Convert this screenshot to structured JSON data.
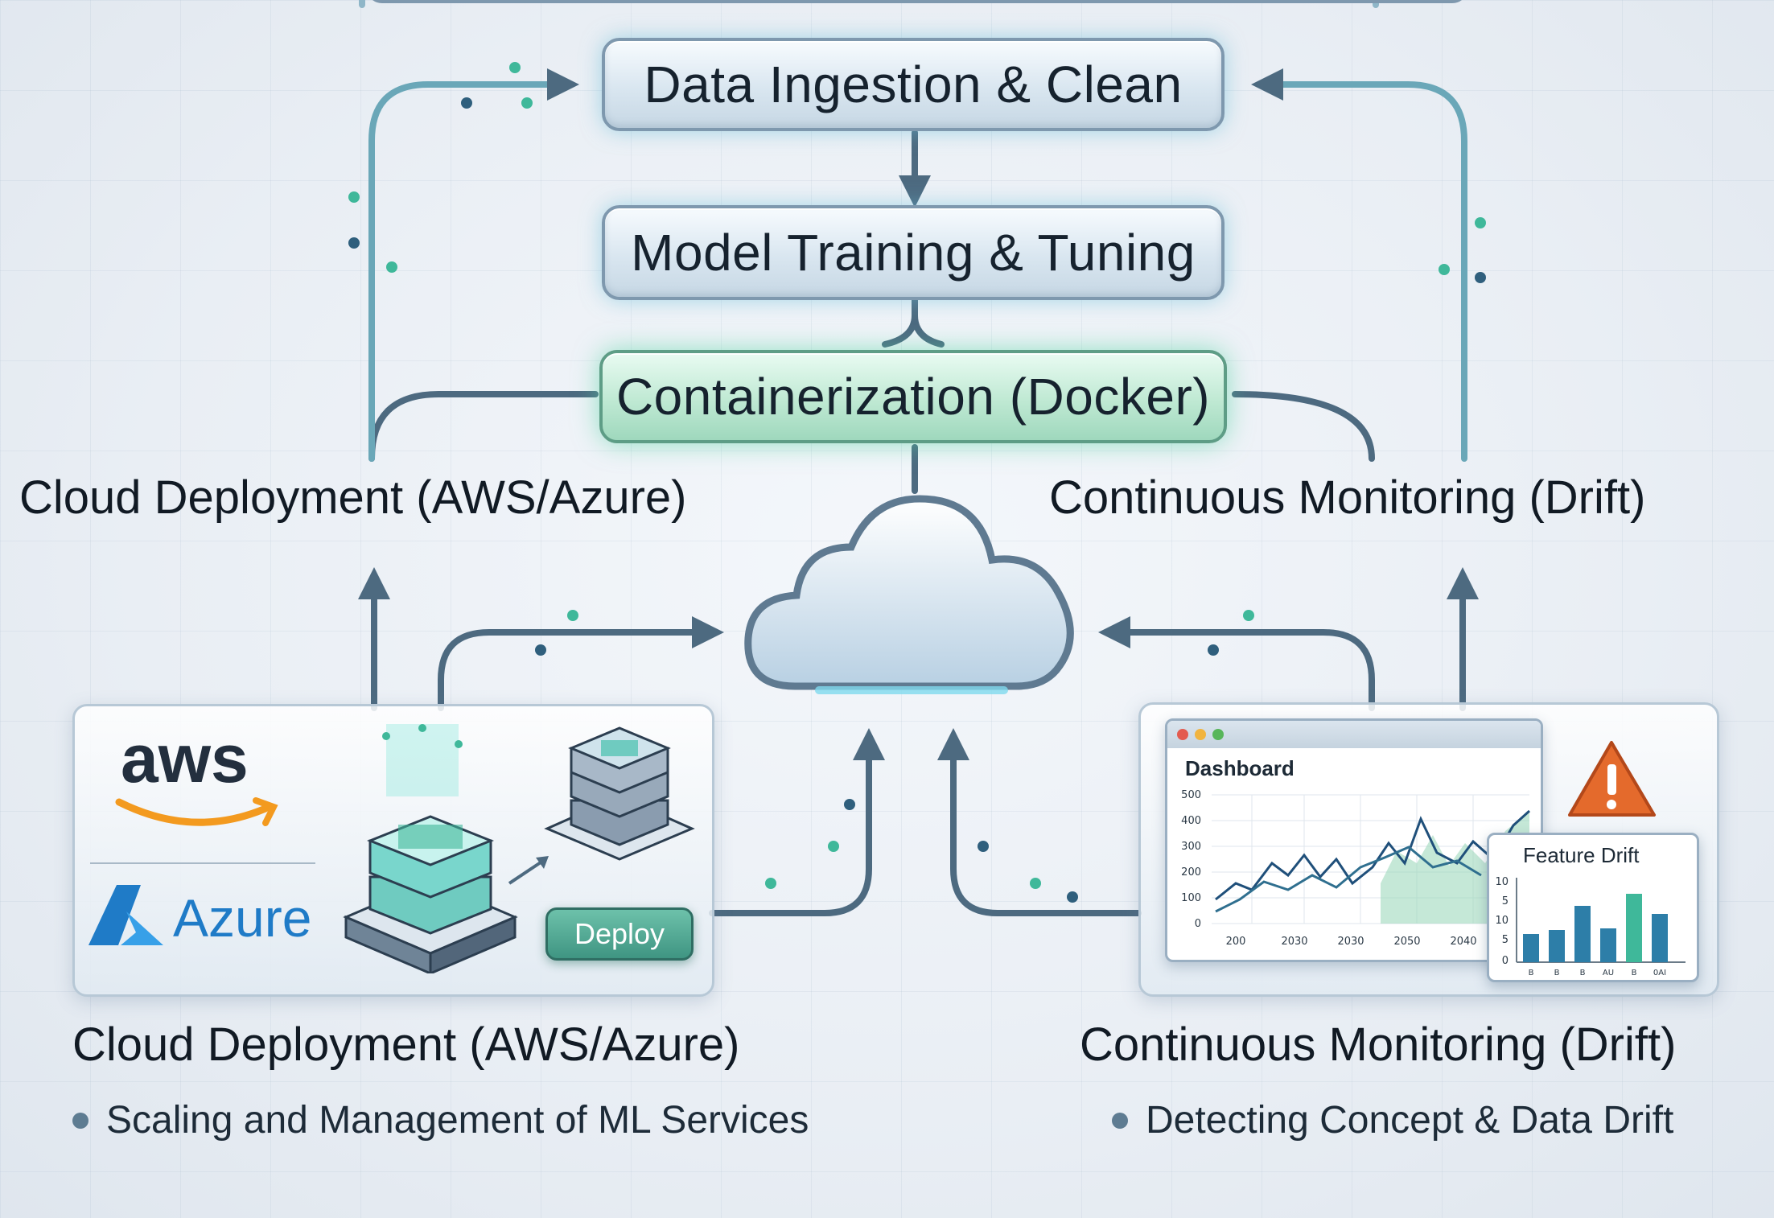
{
  "pipeline": {
    "ingest_label": "Data Ingestion & Clean",
    "train_label": "Model Training & Tuning",
    "container_label": "Containerization (Docker)"
  },
  "upper_left_heading": "Cloud Deployment (AWS/Azure)",
  "upper_right_heading": "Continuous Monitoring (Drift)",
  "deployment_panel": {
    "aws_logo": "aws",
    "azure_logo": "Azure",
    "deploy_button": "Deploy"
  },
  "monitoring_panel": {
    "dashboard_title": "Dashboard",
    "dashboard_y_ticks": [
      "500",
      "400",
      "300",
      "200",
      "100",
      "0"
    ],
    "dashboard_x_ticks": [
      "200",
      "2030",
      "2030",
      "2050",
      "2040"
    ],
    "drift_title": "Feature Drift",
    "drift_y_ticks": [
      "10",
      "5",
      "10",
      "5",
      "0"
    ],
    "drift_x_ticks": [
      "B",
      "B",
      "B",
      "AU",
      "B",
      "0AI"
    ],
    "warning_icon": "warning-triangle-icon"
  },
  "bottom_left": {
    "heading": "Cloud Deployment (AWS/Azure)",
    "bullet": "Scaling and Management of ML Services"
  },
  "bottom_right": {
    "heading": "Continuous Monitoring (Drift)",
    "bullet": "Detecting Concept & Data Drift"
  },
  "colors": {
    "arrow": "#4d6a80",
    "accent_teal": "#3fb89a",
    "aws_orange": "#f39a1f",
    "azure_blue": "#1f7bc7",
    "warning_orange": "#e46a2c"
  }
}
